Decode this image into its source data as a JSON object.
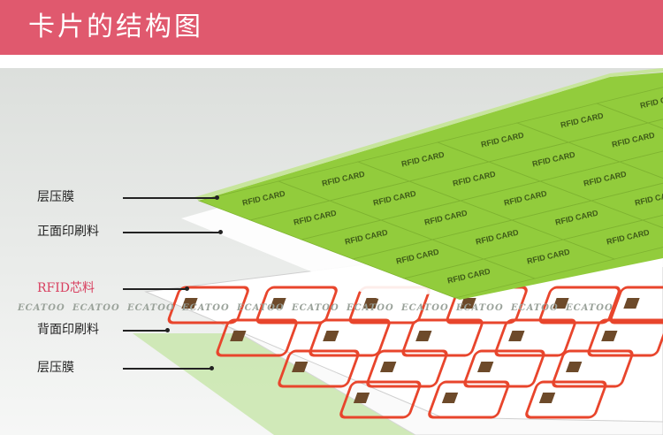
{
  "header": {
    "title": "卡片的结构图",
    "bg_color": "#e0596e"
  },
  "layers": [
    {
      "label": "层压膜",
      "accent": false
    },
    {
      "label": "正面印刷料",
      "accent": false
    },
    {
      "label": "RFID芯料",
      "accent": true
    },
    {
      "label": "背面印刷料",
      "accent": false
    },
    {
      "label": "层压膜",
      "accent": false
    }
  ],
  "card_text": "RFID CARD",
  "watermark": "ECATOO",
  "colors": {
    "green": "#92cc3c",
    "film": "#cfe8b5",
    "chip_frame": "#e8452c",
    "stage_bg": "#eef0ee"
  }
}
